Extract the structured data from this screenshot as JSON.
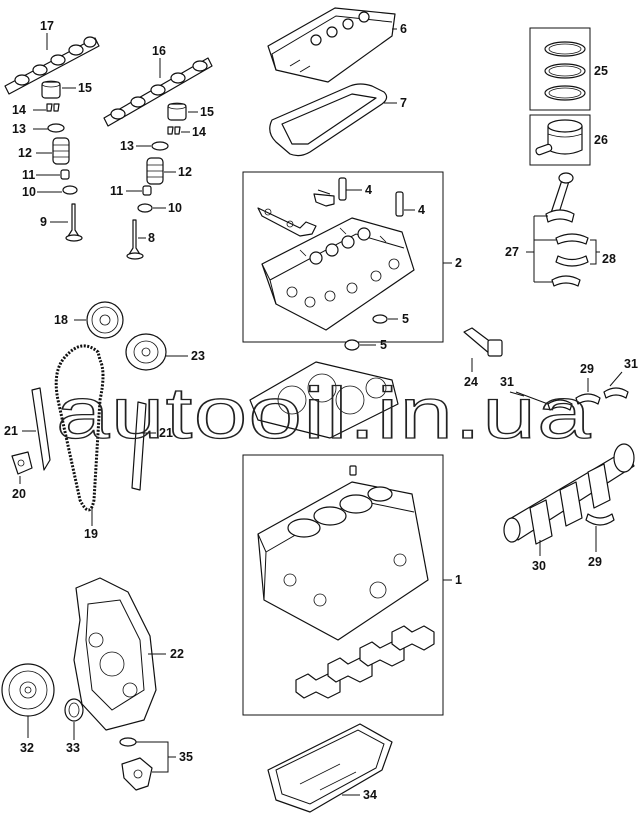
{
  "watermark": "autooil.in.ua",
  "callouts": {
    "c1": "1",
    "c2": "2",
    "c4a": "4",
    "c4b": "4",
    "c5a": "5",
    "c5b": "5",
    "c6": "6",
    "c7": "7",
    "c8": "8",
    "c9": "9",
    "c10a": "10",
    "c10b": "10",
    "c11a": "11",
    "c11b": "11",
    "c12a": "12",
    "c12b": "12",
    "c13a": "13",
    "c13b": "13",
    "c14a": "14",
    "c14b": "14",
    "c15a": "15",
    "c15b": "15",
    "c16": "16",
    "c17": "17",
    "c18": "18",
    "c19": "19",
    "c20": "20",
    "c21a": "21",
    "c21b": "21",
    "c22": "22",
    "c23": "23",
    "c24": "24",
    "c25": "25",
    "c26": "26",
    "c27": "27",
    "c28": "28",
    "c29a": "29",
    "c29b": "29",
    "c30": "30",
    "c31a": "31",
    "c31b": "31",
    "c32": "32",
    "c33": "33",
    "c34": "34",
    "c35": "35"
  }
}
